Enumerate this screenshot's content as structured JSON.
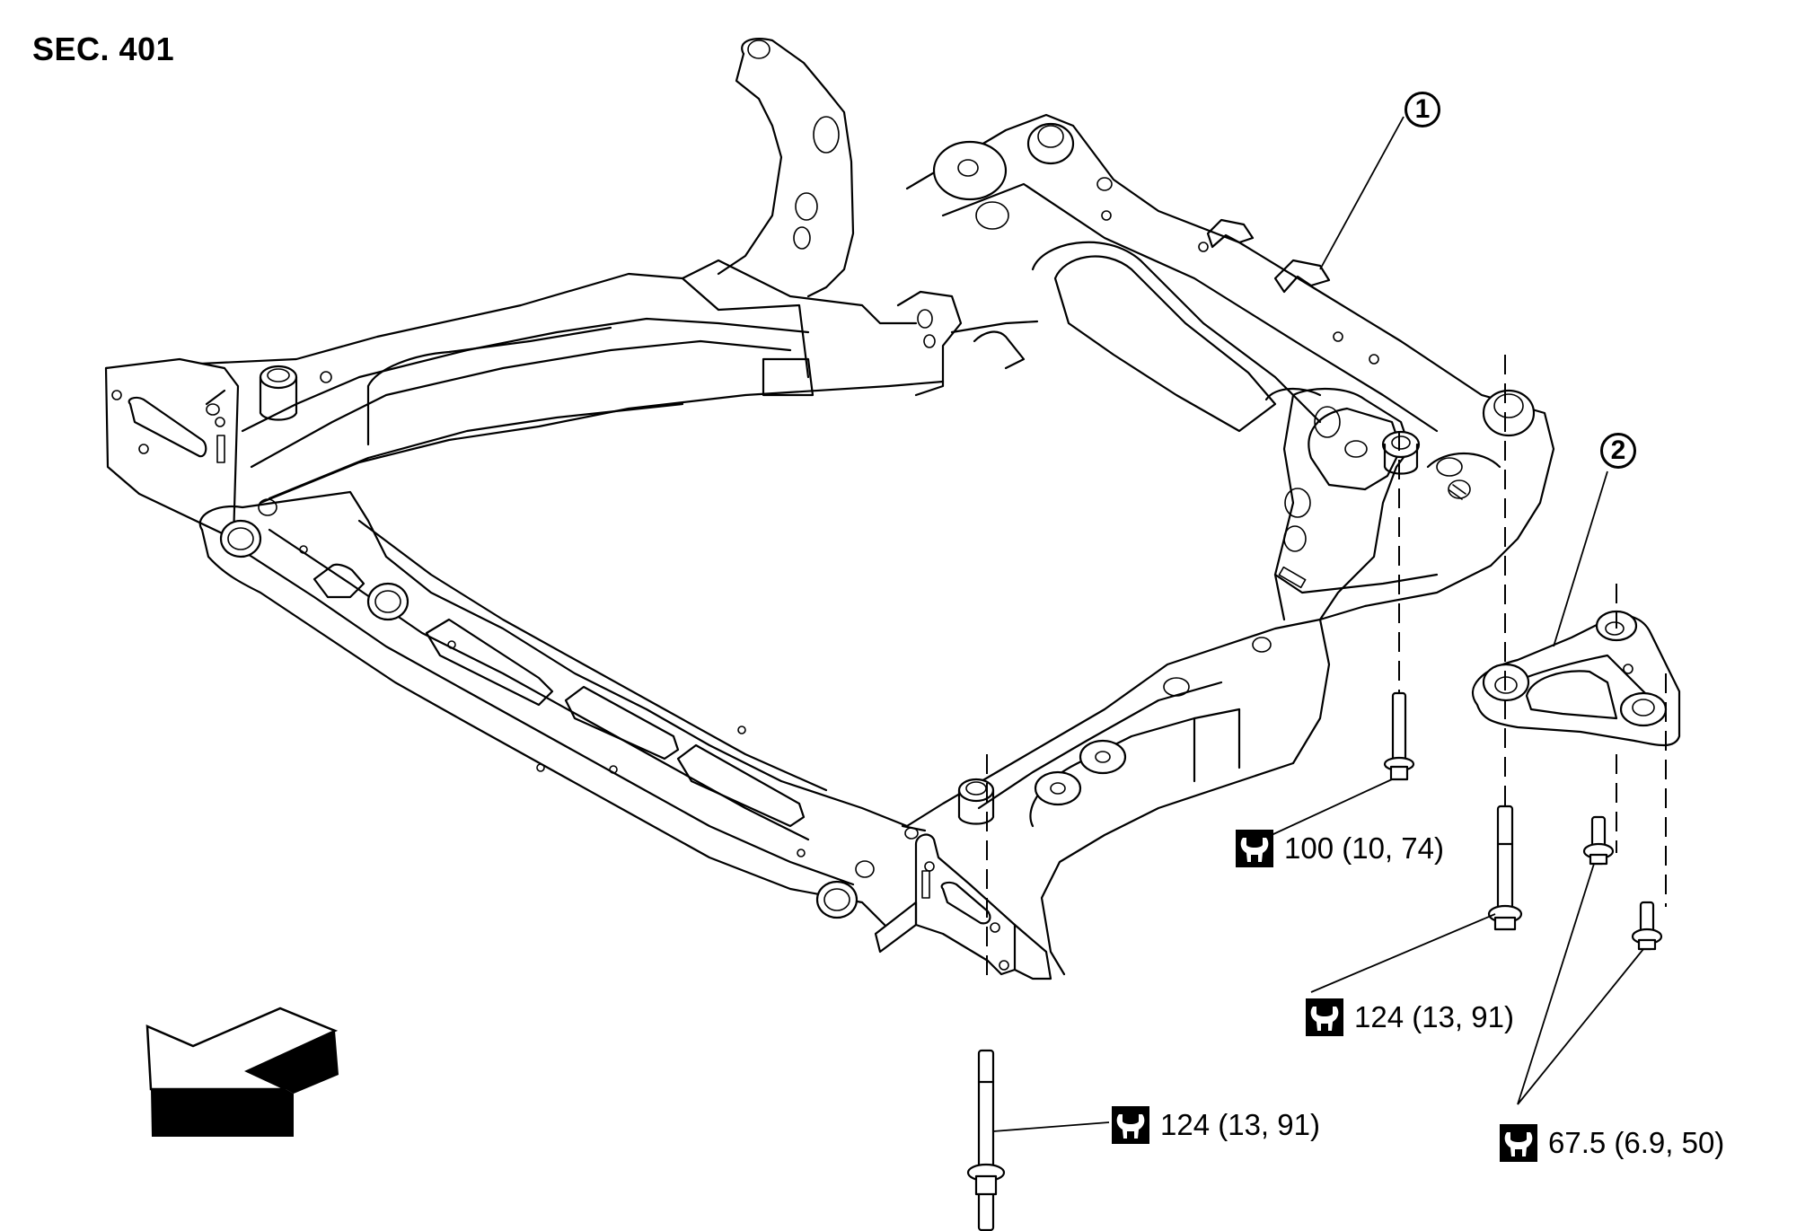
{
  "section": {
    "title": "SEC. 401"
  },
  "callouts": [
    {
      "number": "1",
      "part": "front-suspension-member"
    },
    {
      "number": "2",
      "part": "reinforcement-bracket"
    }
  ],
  "torque_specs": [
    {
      "icon": "torque-wrench-icon",
      "value": "100 (10, 74)"
    },
    {
      "icon": "torque-wrench-icon",
      "value": "124 (13, 91)"
    },
    {
      "icon": "torque-wrench-icon",
      "value": "124 (13, 91)"
    },
    {
      "icon": "torque-wrench-icon",
      "value": "67.5 (6.9, 50)"
    }
  ],
  "direction_arrow": {
    "icon": "vehicle-front-arrow-icon"
  },
  "colors": {
    "ink": "#000000",
    "paper": "#ffffff"
  }
}
